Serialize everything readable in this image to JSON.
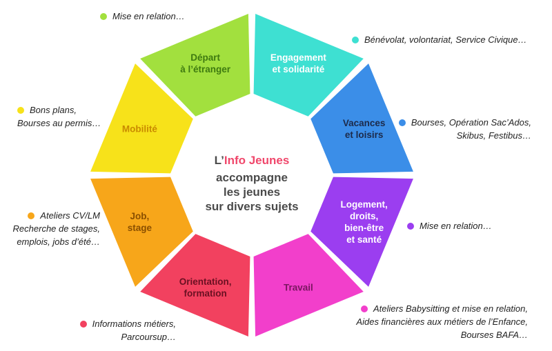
{
  "center": {
    "prefix": "L’",
    "brand": "Info Jeunes",
    "line2": "accompagne",
    "line3": "les jeunes",
    "line4": "sur divers sujets"
  },
  "segments": [
    {
      "lines": [
        "Engagement",
        "et solidarité"
      ],
      "color": "#3ee0d2",
      "text_color": "#ffffff"
    },
    {
      "lines": [
        "Vacances",
        "et loisirs"
      ],
      "color": "#3b8ee8",
      "text_color": "#1c2a4a"
    },
    {
      "lines": [
        "Logement,",
        "droits,",
        "bien-être",
        "et santé"
      ],
      "color": "#9b3ef0",
      "text_color": "#ffffff"
    },
    {
      "lines": [
        "Travail"
      ],
      "color": "#f23fcb",
      "text_color": "#7a1660"
    },
    {
      "lines": [
        "Orientation,",
        "formation"
      ],
      "color": "#f2415f",
      "text_color": "#6a1022"
    },
    {
      "lines": [
        "Job,",
        "stage"
      ],
      "color": "#f7a61a",
      "text_color": "#8a4f00"
    },
    {
      "lines": [
        "Mobilité"
      ],
      "color": "#f7e21a",
      "text_color": "#c98a00"
    },
    {
      "lines": [
        "Départ",
        "à l’étranger"
      ],
      "color": "#a2e03e",
      "text_color": "#3e7a10"
    }
  ],
  "notes": {
    "top_left": {
      "color": "#a2e03e",
      "lines": [
        "Mise en relation…"
      ]
    },
    "top_right": {
      "color": "#3ee0d2",
      "lines": [
        "Bénévolat, volontariat, Service Civique…"
      ]
    },
    "left_upper": {
      "color": "#f7e21a",
      "lines": [
        "Bons plans,",
        "Bourses au permis…"
      ]
    },
    "right_upper": {
      "color": "#3b8ee8",
      "lines": [
        "Bourses, Opération Sac’Ados,",
        "Skibus, Festibus…"
      ]
    },
    "left_middle": {
      "color": "#f7a61a",
      "lines": [
        "Ateliers CV/LM",
        "Recherche de stages,",
        "emplois, jobs d’été…"
      ]
    },
    "right_middle": {
      "color": "#9b3ef0",
      "lines": [
        "Mise en relation…"
      ]
    },
    "bottom_left": {
      "color": "#f2415f",
      "lines": [
        "Informations métiers,",
        "Parcoursup…"
      ]
    },
    "bottom_right": {
      "color": "#f23fcb",
      "lines": [
        "Ateliers Babysitting et mise en relation,",
        "Aides financières aux métiers de l’Enfance,",
        "Bourses BAFA…"
      ]
    }
  }
}
